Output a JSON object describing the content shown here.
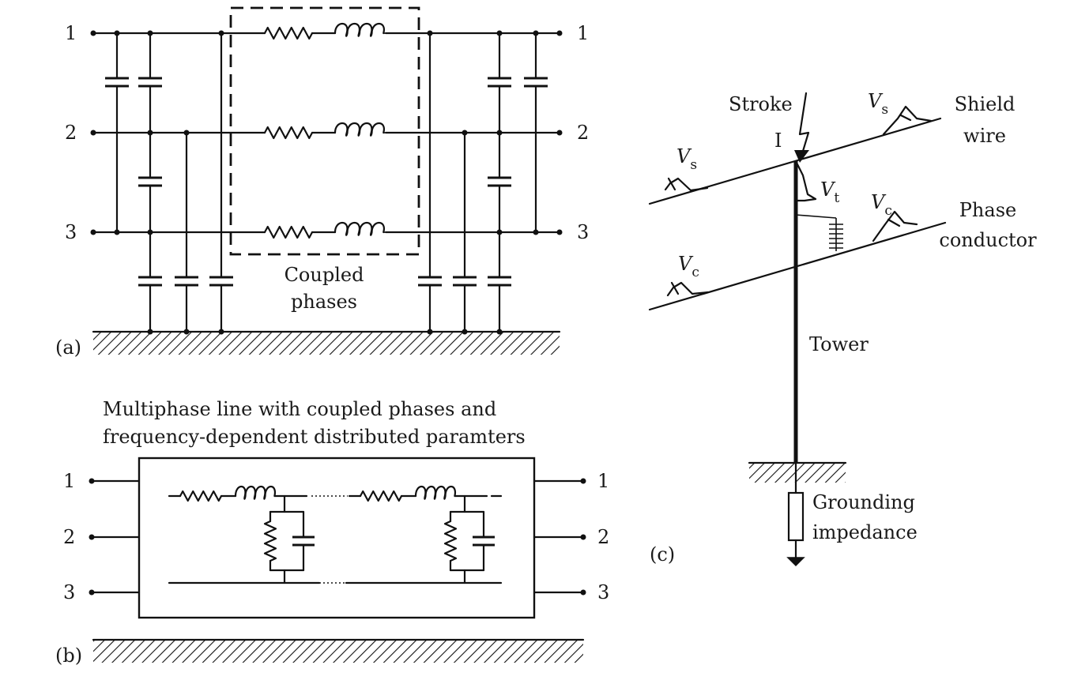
{
  "panel_a": {
    "label": "(a)",
    "phases_left": [
      "1",
      "2",
      "3"
    ],
    "phases_right": [
      "1",
      "2",
      "3"
    ],
    "box_caption_line1": "Coupled",
    "box_caption_line2": "phases"
  },
  "panel_b": {
    "label": "(b)",
    "title_line1": "Multiphase line with coupled phases and",
    "title_line2": "frequency-dependent distributed paramters",
    "phases_left": [
      "1",
      "2",
      "3"
    ],
    "phases_right": [
      "1",
      "2",
      "3"
    ]
  },
  "panel_c": {
    "label": "(c)",
    "stroke": "Stroke",
    "current": "I",
    "vs_symbol": "V",
    "vs_sub": "s",
    "vt_symbol": "V",
    "vt_sub": "t",
    "vc_symbol": "V",
    "vc_sub": "c",
    "shield_line1": "Shield",
    "shield_line2": "wire",
    "phase_line1": "Phase",
    "phase_line2": "conductor",
    "tower": "Tower",
    "grounding_line1": "Grounding",
    "grounding_line2": "impedance"
  }
}
